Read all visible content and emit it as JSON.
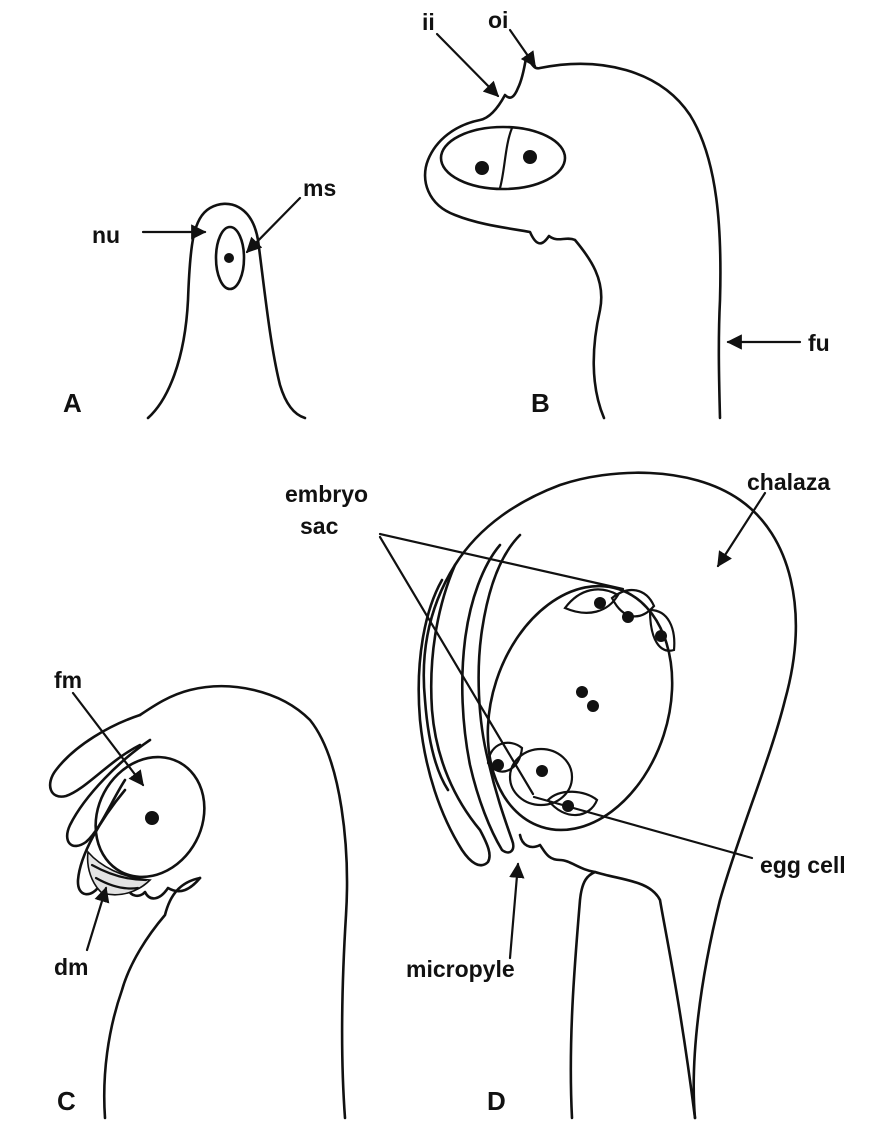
{
  "panels": {
    "a": {
      "letter": "A",
      "labels": {
        "nu": "nu",
        "ms": "ms"
      }
    },
    "b": {
      "letter": "B",
      "labels": {
        "ii": "ii",
        "oi": "oi",
        "fu": "fu"
      }
    },
    "c": {
      "letter": "C",
      "labels": {
        "fm": "fm",
        "dm": "dm"
      }
    },
    "d": {
      "letter": "D",
      "labels": {
        "embryo_sac_line1": "embryo",
        "embryo_sac_line2": "sac",
        "chalaza": "chalaza",
        "egg_cell": "egg cell",
        "micropyle": "micropyle"
      }
    }
  },
  "colors": {
    "ink": "#111111",
    "background": "#ffffff"
  }
}
